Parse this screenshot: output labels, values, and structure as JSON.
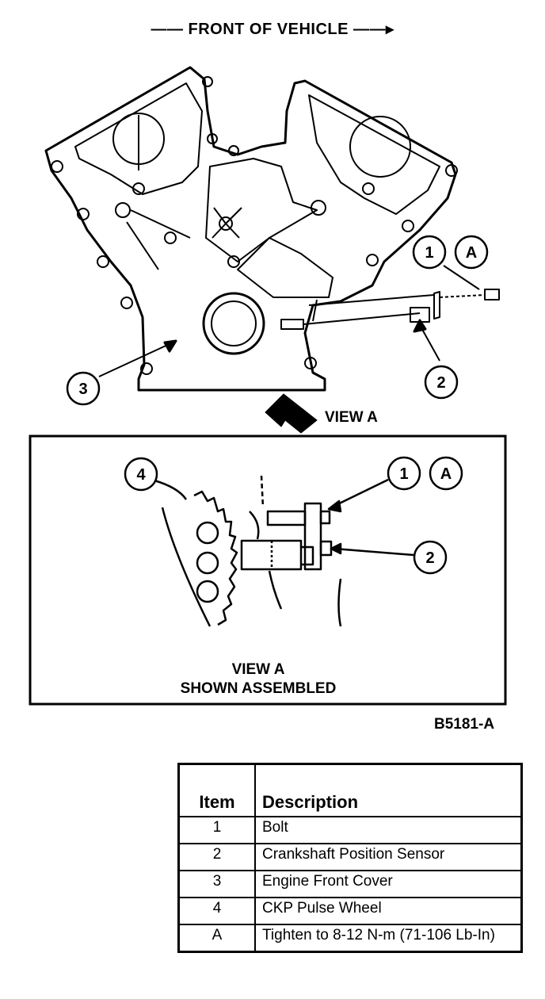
{
  "header": {
    "title": "FRONT OF VEHICLE"
  },
  "callouts": {
    "top": {
      "bolt": "1",
      "torque": "A",
      "sensor": "2",
      "cover": "3",
      "view_a": "VIEW A"
    },
    "detail": {
      "wheel": "4",
      "bolt": "1",
      "torque": "A",
      "sensor": "2",
      "caption_line1": "VIEW A",
      "caption_line2": "SHOWN ASSEMBLED"
    }
  },
  "figure_id": "B5181-A",
  "legend": {
    "headers": {
      "item": "Item",
      "description": "Description"
    },
    "rows": [
      {
        "item": "1",
        "description": "Bolt"
      },
      {
        "item": "2",
        "description": "Crankshaft Position Sensor"
      },
      {
        "item": "3",
        "description": "Engine Front Cover"
      },
      {
        "item": "4",
        "description": "CKP Pulse Wheel"
      },
      {
        "item": "A",
        "description": "Tighten to 8-12 N-m (71-106 Lb-In)"
      }
    ]
  }
}
